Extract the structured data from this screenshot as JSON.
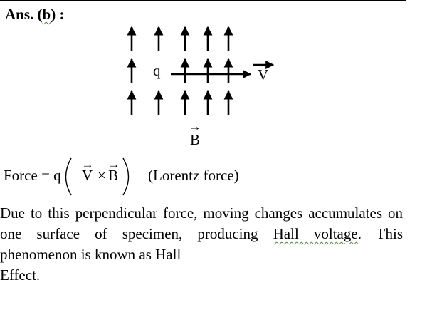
{
  "answer": {
    "prefix": "Ans. (",
    "letter": "b",
    "suffix": ") :"
  },
  "diagram": {
    "charge_label": "q",
    "velocity_label": "V",
    "field_label": "B",
    "vector_arrow": "→"
  },
  "equation": {
    "lhs": "Force = q",
    "v_symbol": "V",
    "cross": "×",
    "b_symbol": "B",
    "note": "(Lorentz  force)"
  },
  "paragraph": {
    "line1": "Due to this perpendicular force, moving changes",
    "line2": "accumulates on one surface of specimen, producing",
    "line3_hall": "Hall  voltage",
    "line3_rest": ". This phenomenon is known as Hall",
    "line4": "Effect."
  }
}
